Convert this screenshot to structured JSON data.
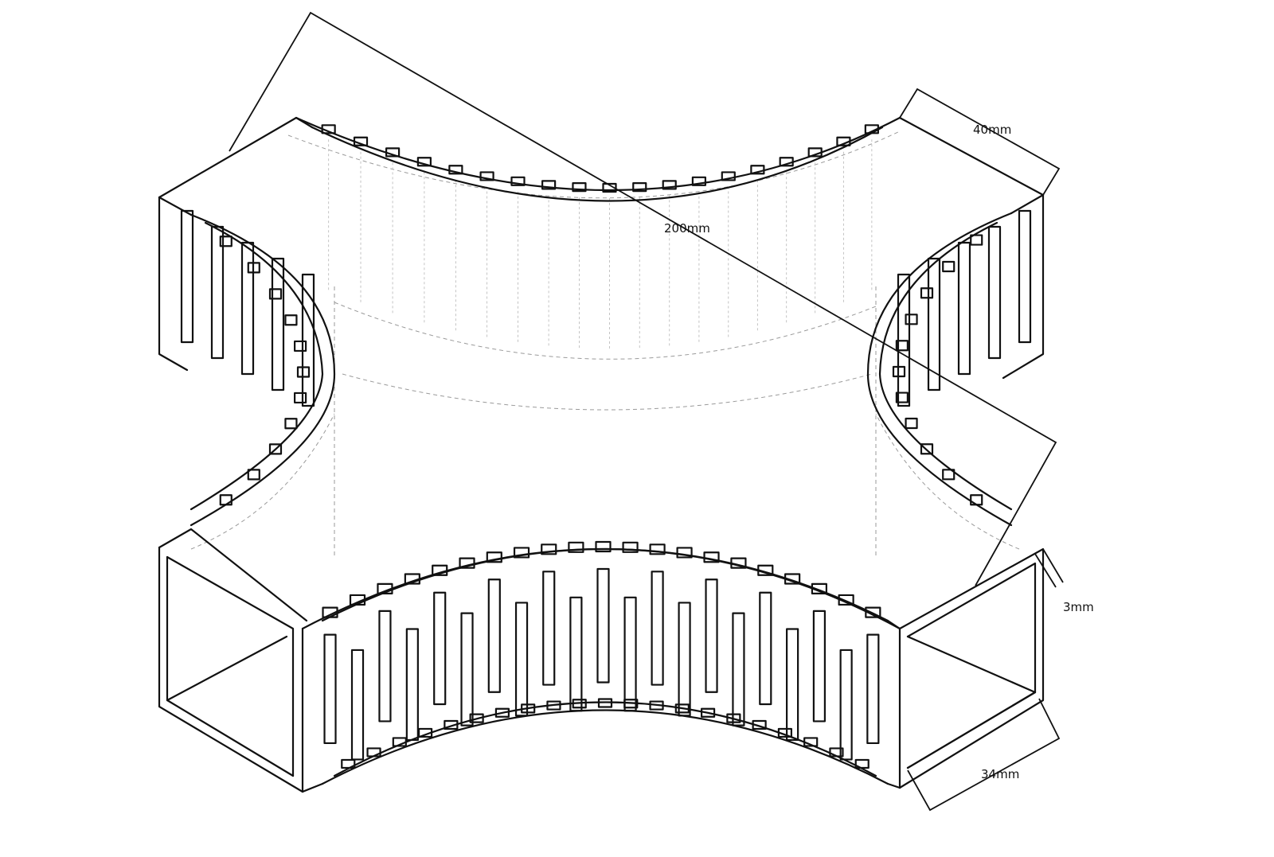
{
  "dimensions": {
    "diagonal": "200mm",
    "depth": "40mm",
    "thickness": "3mm",
    "width": "34mm"
  },
  "style": {
    "line_color": "#111111",
    "hidden_line_color": "#9a9a9a",
    "background": "#ffffff"
  }
}
